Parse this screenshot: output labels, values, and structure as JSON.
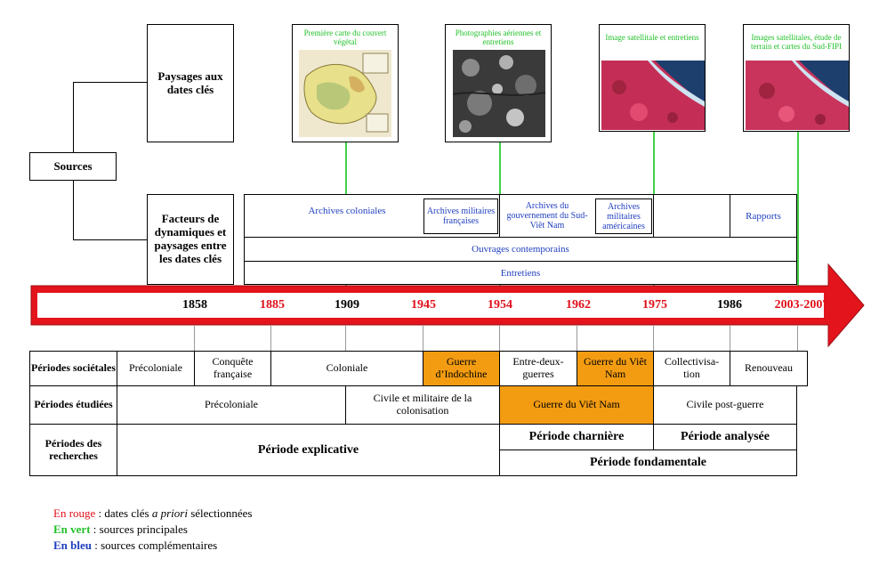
{
  "sources": {
    "label": "Sources",
    "paysages": "Paysages aux dates clés",
    "facteurs": "Facteurs de dynamiques et paysages entre les dates clés"
  },
  "images": [
    {
      "caption": "Première carte du couvert végétal"
    },
    {
      "caption": "Photographies aériennes et entretiens"
    },
    {
      "caption": "Image satellitale et entretiens"
    },
    {
      "caption": "Images satellitales, étude de terrain et cartes du Sud-FIPI"
    }
  ],
  "archives": {
    "coloniales": "Archives coloniales",
    "militaires_fr": "Archives militaires françaises",
    "gouv_svn": "Archives du gouvernement du Sud-Viêt Nam",
    "militaires_am": "Archives militaires américaines",
    "rapports": "Rapports",
    "ouvrages": "Ouvrages contemporains",
    "entretiens": "Entretiens"
  },
  "dates": [
    {
      "label": "1858",
      "color": "#000000"
    },
    {
      "label": "1885",
      "color": "#e0101a"
    },
    {
      "label": "1909",
      "color": "#000000"
    },
    {
      "label": "1945",
      "color": "#e0101a"
    },
    {
      "label": "1954",
      "color": "#e0101a"
    },
    {
      "label": "1962",
      "color": "#e0101a"
    },
    {
      "label": "1975",
      "color": "#e0101a"
    },
    {
      "label": "1986",
      "color": "#000000"
    },
    {
      "label": "2003-2007",
      "color": "#e0101a"
    }
  ],
  "rows": {
    "societales": {
      "label": "Périodes sociétales",
      "cells": [
        "Précoloniale",
        "Conquête française",
        "Coloniale",
        "Guerre d’Indochine",
        "Entre-deux-guerres",
        "Guerre du Viêt Nam",
        "Collectivisa-tion",
        "Renouveau"
      ]
    },
    "etudiees": {
      "label": "Périodes étudiées",
      "cells": [
        "Précoloniale",
        "Civile et militaire de la colonisation",
        "Guerre du Viêt Nam",
        "Civile post-guerre"
      ]
    },
    "recherches": {
      "label": "Périodes des recherches",
      "explicative": "Période explicative",
      "charniere": "Période charnière",
      "analysee": "Période analysée",
      "fondamentale": "Période fondamentale"
    }
  },
  "legend": {
    "red_key": "En rouge",
    "red_text_1": " : dates clés ",
    "red_text_italic": "a priori",
    "red_text_2": " sélectionnées",
    "green_key": "En vert",
    "green_text": " : sources principales",
    "blue_key": "En bleu",
    "blue_text": " : sources complémentaires"
  },
  "colors": {
    "arrow": "#e3141c",
    "highlight": "#f39c12",
    "green": "#22c02a",
    "blue": "#1f3fbf",
    "red": "#e0101a"
  }
}
